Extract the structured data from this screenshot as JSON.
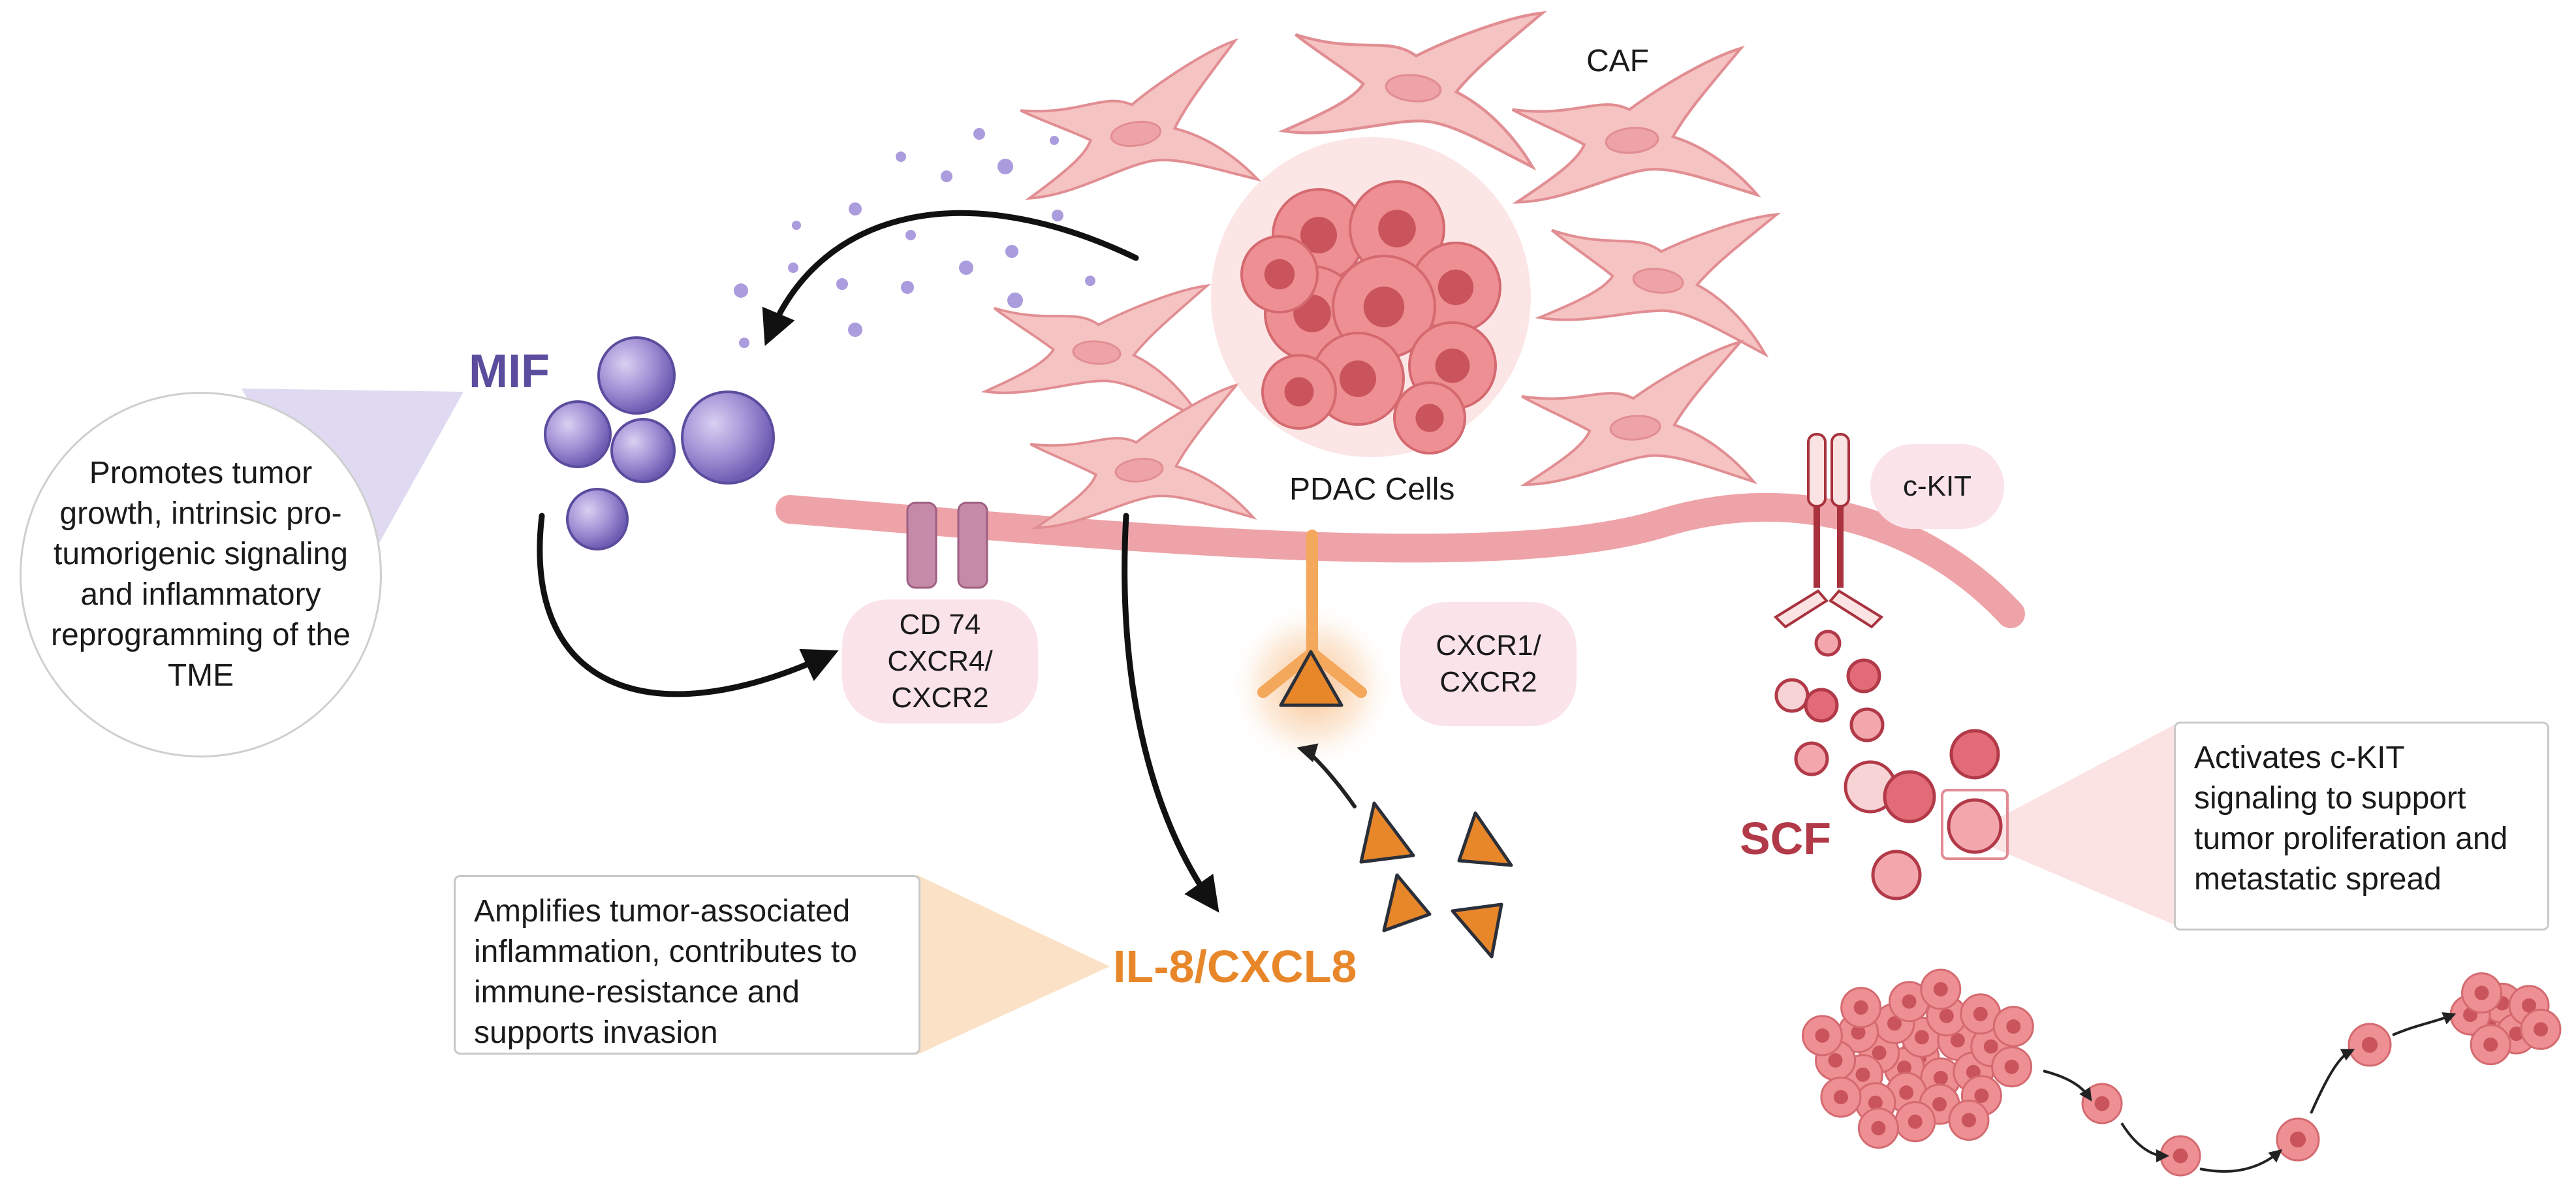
{
  "labels": {
    "caf": "CAF",
    "pdac": "PDAC Cells",
    "mif": "MIF",
    "il8": "IL-8/CXCL8",
    "scf": "SCF"
  },
  "receptors": {
    "cd74": "CD 74\nCXCR4/\nCXCR2",
    "cxcr1": "CXCR1/\nCXCR2",
    "ckit": "c-KIT"
  },
  "notes": {
    "mif_effect": "Promotes tumor growth, intrinsic pro-tumorigenic signaling and inflammatory reprogramming of the TME",
    "il8_effect": "Amplifies tumor-associated inflammation, contributes to immune-resistance and supports invasion",
    "scf_effect": "Activates c-KIT signaling to support tumor proliferation and metastatic spread"
  },
  "colors": {
    "mif": "#5b4c9e",
    "il8": "#e8872a",
    "scf": "#b23a48",
    "membrane": "#eea3a8",
    "caf": "#f6c3c3",
    "tumor": "#ee8f93",
    "receptor_cd74": "#c58aa8",
    "receptor_ckit": "#a8323e"
  }
}
